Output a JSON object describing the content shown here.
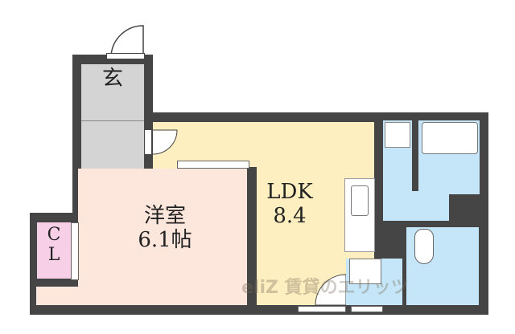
{
  "rooms": {
    "genkan": "玄",
    "ldk_name": "LDK",
    "ldk_size": "8.4",
    "western_name": "洋室",
    "western_size": "6.1帖",
    "closet_c": "C",
    "closet_l": "L"
  },
  "watermark": "eliZ 賃貸のエリッツ",
  "colors": {
    "wall": "#454545",
    "genkan": "#d4d4d4",
    "ldk": "#fdefc0",
    "western": "#fde6dc",
    "closet": "#f7d0e8",
    "wet": "#c5e6f8"
  }
}
